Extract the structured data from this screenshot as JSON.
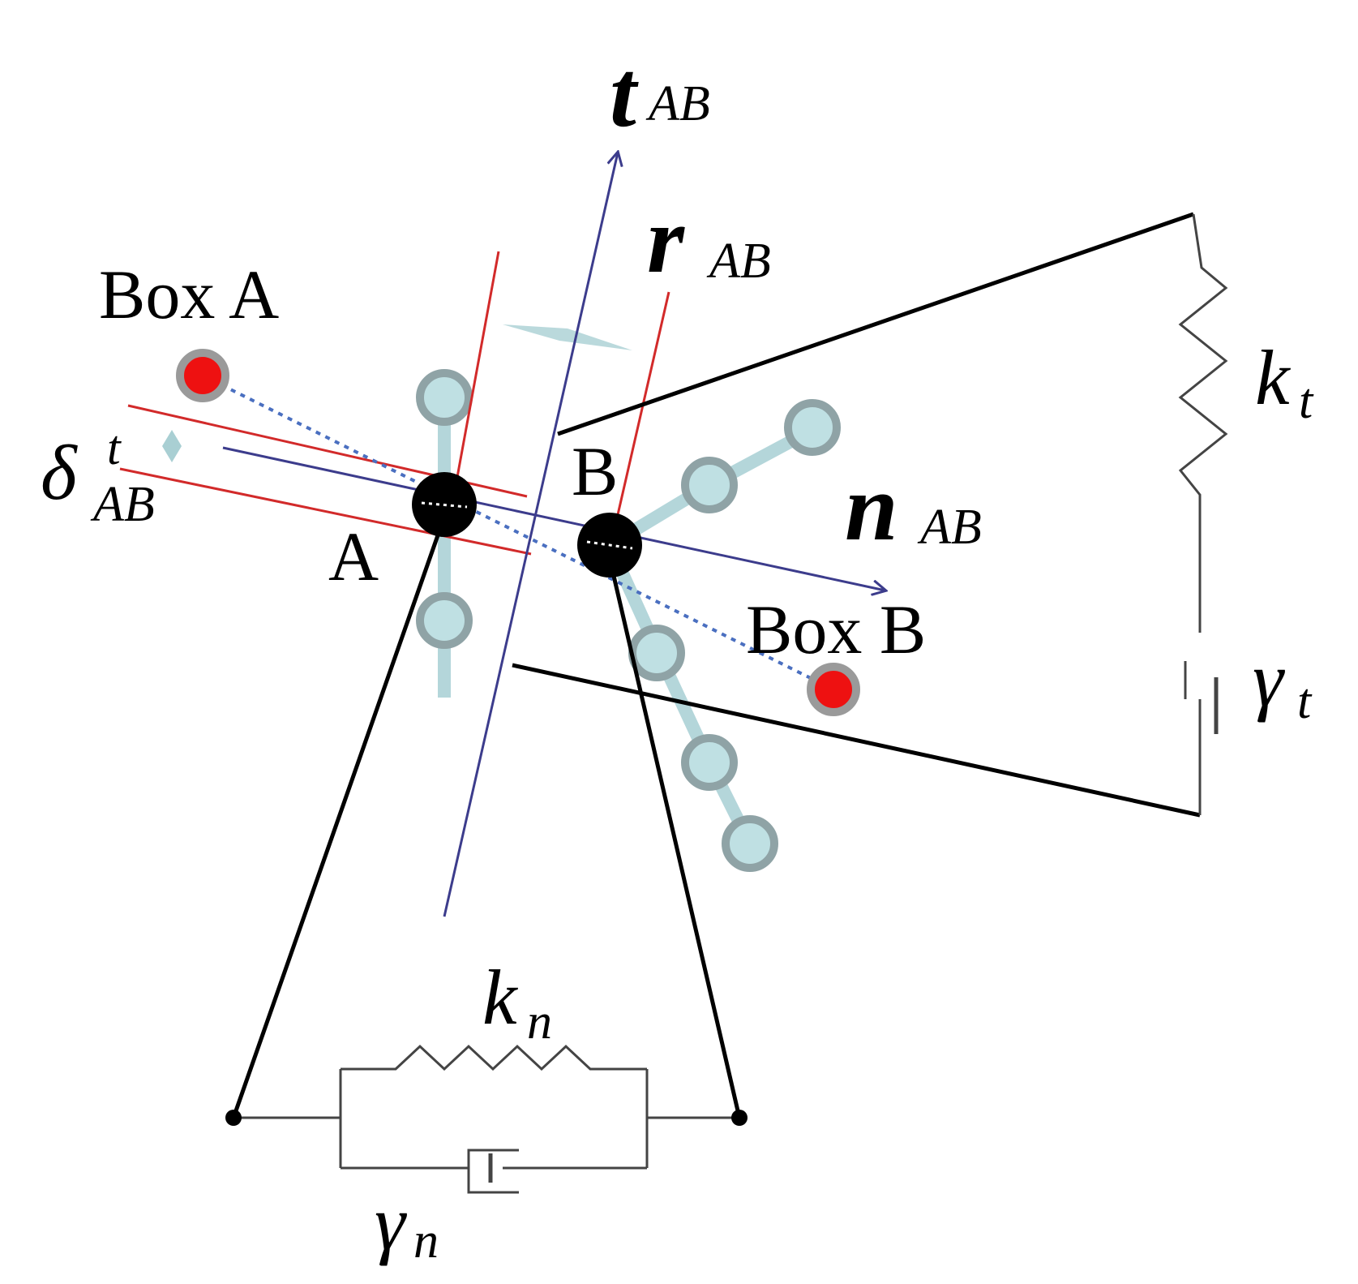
{
  "labels": {
    "box_a": "Box A",
    "box_b": "Box B",
    "point_a": "A",
    "point_b": "B",
    "t_vec": "t",
    "t_sub": "AB",
    "r_vec": "r",
    "r_sub": "AB",
    "n_vec": "n",
    "n_sub": "AB",
    "delta_main": "δ",
    "delta_sup": "t",
    "delta_sub": "AB",
    "kt_main": "k",
    "kt_sub": "t",
    "gt_main": "γ",
    "gt_sub": "t",
    "kn_main": "k",
    "kn_sub": "n",
    "gn_main": "γ",
    "gn_sub": "n"
  },
  "colors": {
    "axis_blue": "#3c3c8c",
    "contact_red": "#d22a2a",
    "particle_teal": "#a9cfd3",
    "particle_ring": "#8fa3a6",
    "center_red": "#ee1111",
    "black": "#000000",
    "spring_gray": "#444444"
  }
}
